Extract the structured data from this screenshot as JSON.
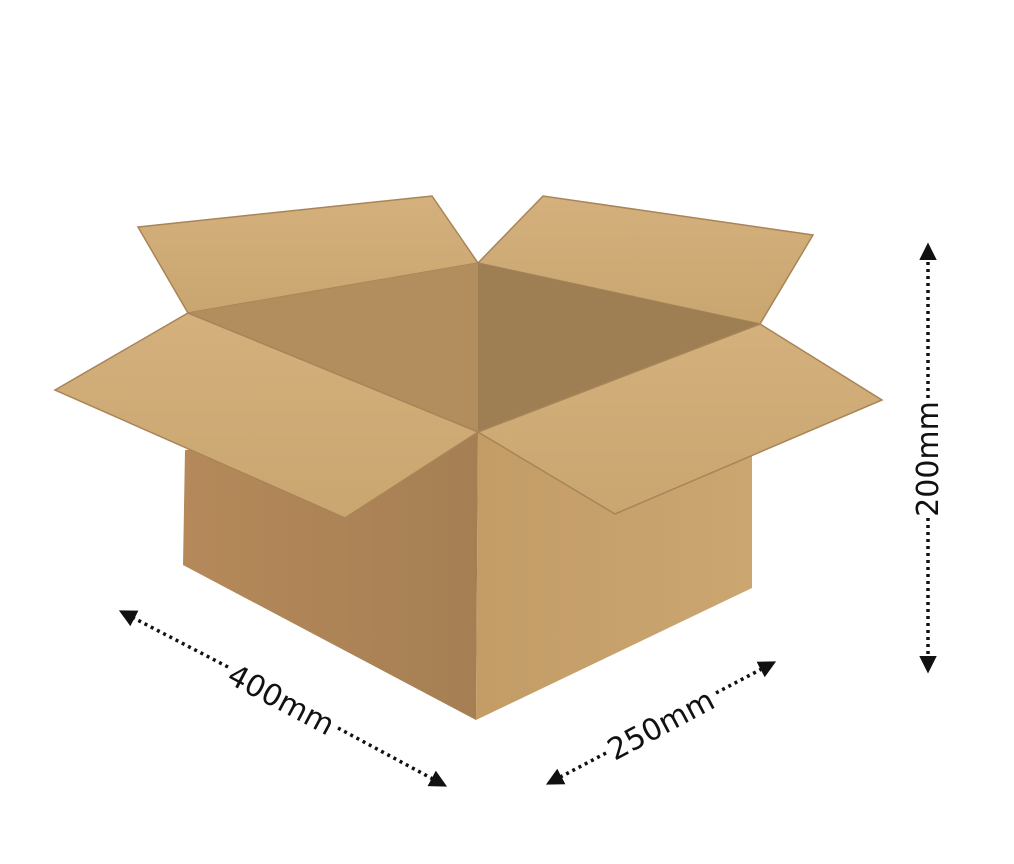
{
  "dimensions": {
    "length": {
      "value": 400,
      "unit": "mm",
      "label": "400mm"
    },
    "width": {
      "value": 250,
      "unit": "mm",
      "label": "250mm"
    },
    "height": {
      "value": 200,
      "unit": "mm",
      "label": "200mm"
    }
  },
  "colors": {
    "background": "#ffffff",
    "box_left_face": "#b0875a",
    "box_right_face": "#c9a36b",
    "box_inner_left": "#b08c5e",
    "box_inner_right": "#9c7d52",
    "flap_light": "#d0ad78",
    "flap_edge": "#a98459",
    "arrow": "#111111"
  }
}
